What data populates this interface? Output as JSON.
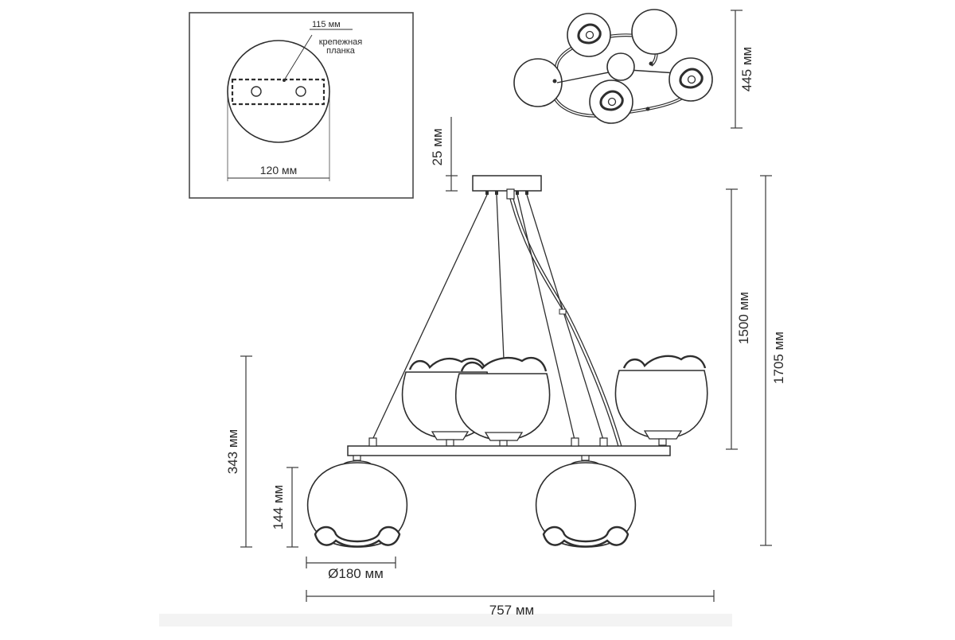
{
  "inset": {
    "top_dimension": "115 мм",
    "bracket_label_line1": "крепежная",
    "bracket_label_line2": "планка",
    "bottom_dimension": "120 мм"
  },
  "dimensions": {
    "top_view_depth": "445 мм",
    "canopy_height": "25 мм",
    "suspension_length": "1500 мм",
    "total_height": "1705 мм",
    "body_height": "343 мм",
    "shade_height": "144 мм",
    "shade_diameter": "Ø180 мм",
    "total_width": "757 мм"
  },
  "colors": {
    "line": "#2e2e2e",
    "background": "#ffffff",
    "frame": "#4a4a4a"
  }
}
